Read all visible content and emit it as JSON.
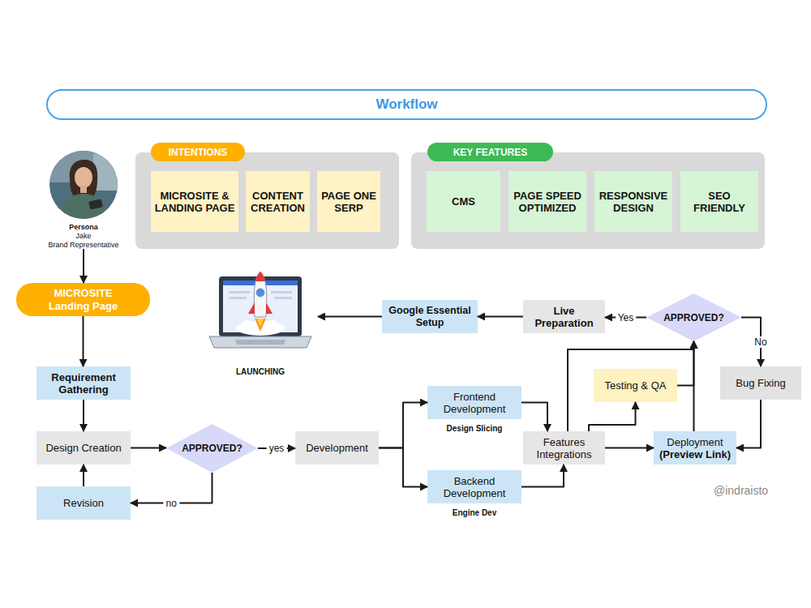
{
  "diagram": {
    "title": "Workflow",
    "nodes": [
      {
        "text": [
          "Persona",
          "Jake",
          "Brand Representative"
        ]
      },
      {
        "text": [
          "INTENTIONS"
        ]
      },
      {
        "text": [
          "MICROSITE & LANDING PAGE"
        ],
        "in": 1
      },
      {
        "text": [
          "CONTENT CREATION"
        ],
        "in": 1
      },
      {
        "text": [
          "PAGE ONE SERP"
        ],
        "in": 1
      },
      {
        "text": [
          "KEY FEATURES"
        ]
      },
      {
        "text": [
          "CMS"
        ],
        "in": 5
      },
      {
        "text": [
          "PAGE SPEED OPTIMIZED"
        ],
        "in": 5
      },
      {
        "text": [
          "RESPONSIVE DESIGN"
        ],
        "in": 5
      },
      {
        "text": [
          "SEO FRIENDLY"
        ],
        "in": 5
      },
      {
        "text": [
          "MICROSITE Landing Page"
        ]
      },
      {
        "text": [
          "LAUNCHING"
        ]
      },
      {
        "text": [
          "Google Essential Setup"
        ]
      },
      {
        "text": [
          "Live Preparation"
        ]
      },
      {
        "text": [
          "APPROVED?"
        ]
      },
      {
        "text": [
          "Requirement Gathering"
        ]
      },
      {
        "text": [
          "Testing & QA"
        ]
      },
      {
        "text": [
          "Bug Fixing"
        ]
      },
      {
        "text": [
          "Frontend Development",
          "Design Slicing"
        ]
      },
      {
        "text": [
          "Design Creation"
        ]
      },
      {
        "text": [
          "APPROVED?"
        ]
      },
      {
        "text": [
          "Development"
        ]
      },
      {
        "text": [
          "Features Integrations"
        ]
      },
      {
        "text": [
          "Deployment",
          "(Preview Link)"
        ]
      },
      {
        "text": [
          "Backend Development",
          "Engine Dev"
        ]
      },
      {
        "text": [
          "Revision"
        ]
      }
    ],
    "edges": [
      {
        "from": 0,
        "to": 10,
        "arrow": "to"
      },
      {
        "from": 10,
        "to": 15,
        "arrow": "to"
      },
      {
        "from": 15,
        "to": 19,
        "arrow": "to"
      },
      {
        "from": 19,
        "to": 20,
        "arrow": "to"
      },
      {
        "from": 20,
        "to": 21,
        "label": "yes",
        "arrow": "to"
      },
      {
        "from": 20,
        "to": 25,
        "label": "no",
        "arrow": "to"
      },
      {
        "from": 25,
        "to": 19,
        "arrow": "to"
      },
      {
        "from": 21,
        "to": 18,
        "arrow": "to"
      },
      {
        "from": 21,
        "to": 24,
        "arrow": "to"
      },
      {
        "from": 18,
        "to": 22,
        "arrow": "to"
      },
      {
        "from": 24,
        "to": 22,
        "arrow": "to"
      },
      {
        "from": 22,
        "to": 16,
        "arrow": "to"
      },
      {
        "from": 22,
        "to": 23,
        "arrow": "to"
      },
      {
        "from": 22,
        "to": 14,
        "arrow": "to"
      },
      {
        "from": 16,
        "to": 14,
        "arrow": "to"
      },
      {
        "from": 23,
        "to": 14,
        "arrow": "to"
      },
      {
        "from": 14,
        "to": 13,
        "label": "Yes",
        "arrow": "to"
      },
      {
        "from": 14,
        "to": 17,
        "label": "No",
        "arrow": "to"
      },
      {
        "from": 17,
        "to": 23,
        "arrow": "to"
      },
      {
        "from": 13,
        "to": 12,
        "arrow": "to"
      },
      {
        "from": 12,
        "to": 11,
        "arrow": "to"
      }
    ],
    "labels": [
      "@indraisto"
    ]
  }
}
